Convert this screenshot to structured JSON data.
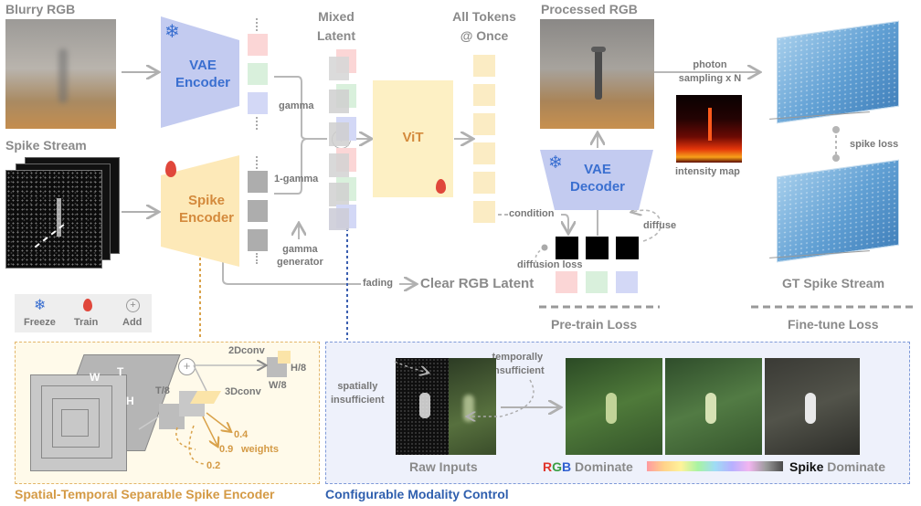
{
  "inputs": {
    "blurry_rgb_title": "Blurry RGB",
    "spike_stream_title": "Spike Stream"
  },
  "encoders": {
    "vae_encoder": "VAE\nEncoder",
    "spike_encoder": "Spike\nEncoder"
  },
  "mixing": {
    "gamma": "gamma",
    "one_minus_gamma": "1-gamma",
    "gamma_generator": "gamma\ngenerator",
    "mixed_latent": "Mixed\nLatent",
    "plus": "+",
    "fading": "fading",
    "clear_rgb_latent": "Clear RGB Latent"
  },
  "vit": {
    "label": "ViT",
    "all_tokens": "All Tokens\n@ Once"
  },
  "decoder": {
    "processed_rgb": "Processed RGB",
    "vae_decoder": "VAE\nDecoder",
    "condition": "condition",
    "diffuse": "diffuse",
    "diffusion_loss": "diffusion loss",
    "pretrain_loss": "Pre-train Loss"
  },
  "spike_side": {
    "photon_sampling": "photon\nsampling x N",
    "intensity_map": "intensity map",
    "spike_loss": "spike loss",
    "gt_spike_stream": "GT Spike Stream",
    "finetune_loss": "Fine-tune Loss"
  },
  "legend": {
    "freeze": "Freeze",
    "train": "Train",
    "add": "Add"
  },
  "st_encoder": {
    "title": "Spatial-Temporal Separable Spike Encoder",
    "W": "W",
    "T": "T",
    "H": "H",
    "T8": "T/8",
    "conv2d": "2Dconv",
    "H8": "H/8",
    "W8": "W/8",
    "conv3d": "3Dconv",
    "w04": "0.4",
    "w09": "0.9",
    "weights": "weights",
    "w02": "0.2"
  },
  "modality": {
    "title": "Configurable Modality Control",
    "spatially": "spatially\ninsufficient",
    "temporally": "temporally\ninsufficient",
    "raw_inputs": "Raw Inputs",
    "rgb_r": "R",
    "rgb_g": "G",
    "rgb_b": "B",
    "rgb_dominate": " Dominate",
    "spike": "Spike",
    "spike_dominate": " Dominate"
  },
  "colors": {
    "vae": "#c3cbf0",
    "spike_enc": "#fde9b8",
    "vit": "#fdf0c4",
    "gold_border": "#e3b66a",
    "blue_border": "#7f9ad8",
    "title_orange": "#d49a45",
    "title_blue": "#2f5fae"
  }
}
